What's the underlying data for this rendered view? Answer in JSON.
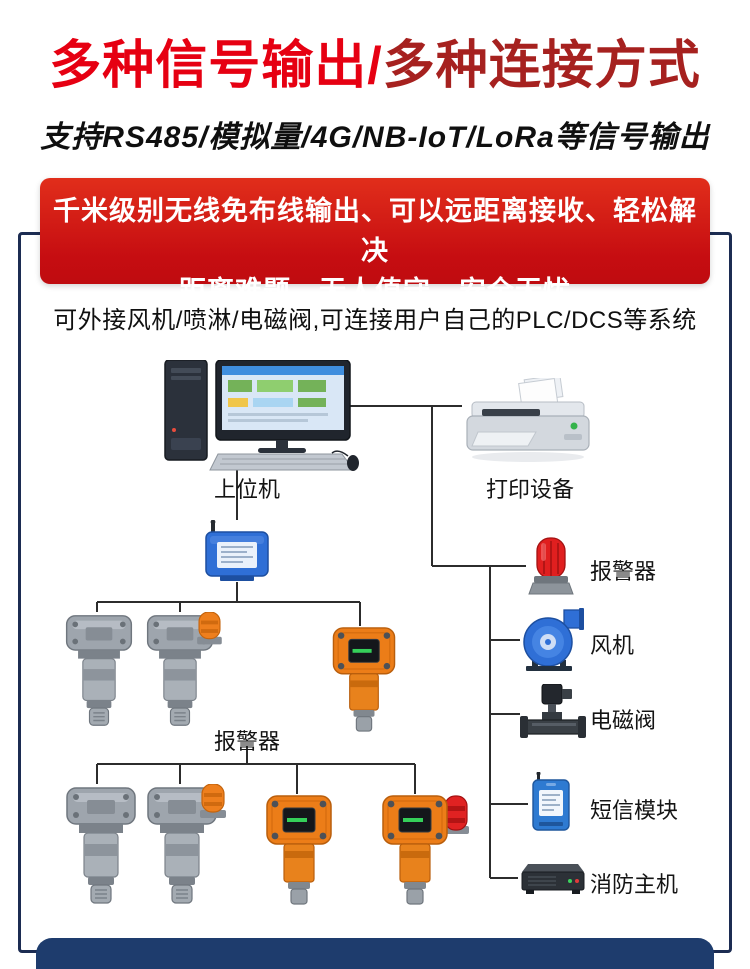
{
  "header": {
    "title_part1": "多种信号输出/",
    "title_part2": "多种连接方式",
    "subtitle": "支持RS485/模拟量/4G/NB-IoT/LoRa等信号输出"
  },
  "banner": {
    "line1": "千米级别无线免布线输出、可以远距离接收、轻松解决",
    "line2": "距离难题、无人值守、安全无忧"
  },
  "diagram": {
    "note": "可外接风机/喷淋/电磁阀,可连接用户自己的PLC/DCS等系统",
    "labels": {
      "host_computer": "上位机",
      "printer": "打印设备",
      "detector_group": "报警器"
    },
    "right_items": [
      {
        "label": "报警器",
        "icon": "alarm-beacon-icon"
      },
      {
        "label": "风机",
        "icon": "fan-icon"
      },
      {
        "label": "电磁阀",
        "icon": "solenoid-valve-icon"
      },
      {
        "label": "短信模块",
        "icon": "sms-module-icon"
      },
      {
        "label": "消防主机",
        "icon": "fire-alarm-host-icon"
      }
    ]
  },
  "colors": {
    "title_red": "#e60012",
    "title_dark_red": "#a6211f",
    "banner_red": "#c60d11",
    "frame_border": "#1c2c52",
    "footer_navy": "#1e3c6d",
    "device_orange": "#ec7d18",
    "device_blue": "#2f6fd6"
  }
}
